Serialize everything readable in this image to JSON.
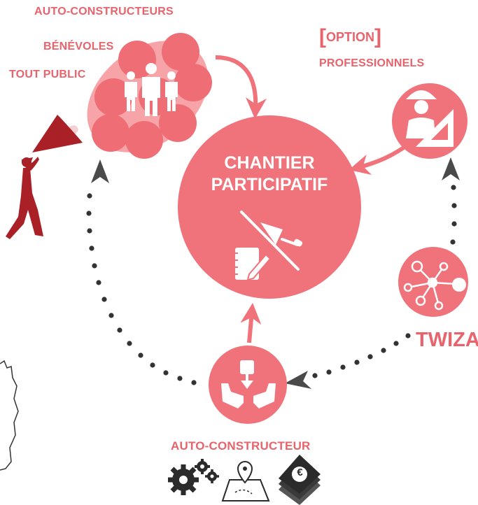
{
  "labels": {
    "auto_constructeurs": "AUTO-CONSTRUCTEURS",
    "benevoles": "BÉNÉVOLES",
    "tout_public": "TOUT PUBLIC",
    "option_open": "[",
    "option_text": "OPTION",
    "option_close": "]",
    "professionnels": "PROFESSIONNELS",
    "center_line1": "CHANTIER",
    "center_line2": "PARTICIPATIF",
    "twiza": "TWIZA",
    "auto_constructeur": "AUTO-CONSTRUCTEUR",
    "euro": "€"
  },
  "colors": {
    "accent": "#f0727a",
    "accent_light": "#f7a4a8",
    "accent_dark": "#e35b65",
    "dots": "#2b2b2b",
    "figure": "#9e1c22"
  },
  "icons": [
    "people-icon",
    "engineer-icon",
    "network-icon",
    "hands-icon",
    "no-trowel-icon",
    "notebook-pencil-icon",
    "gears-icon",
    "map-pin-icon",
    "money-icon"
  ]
}
